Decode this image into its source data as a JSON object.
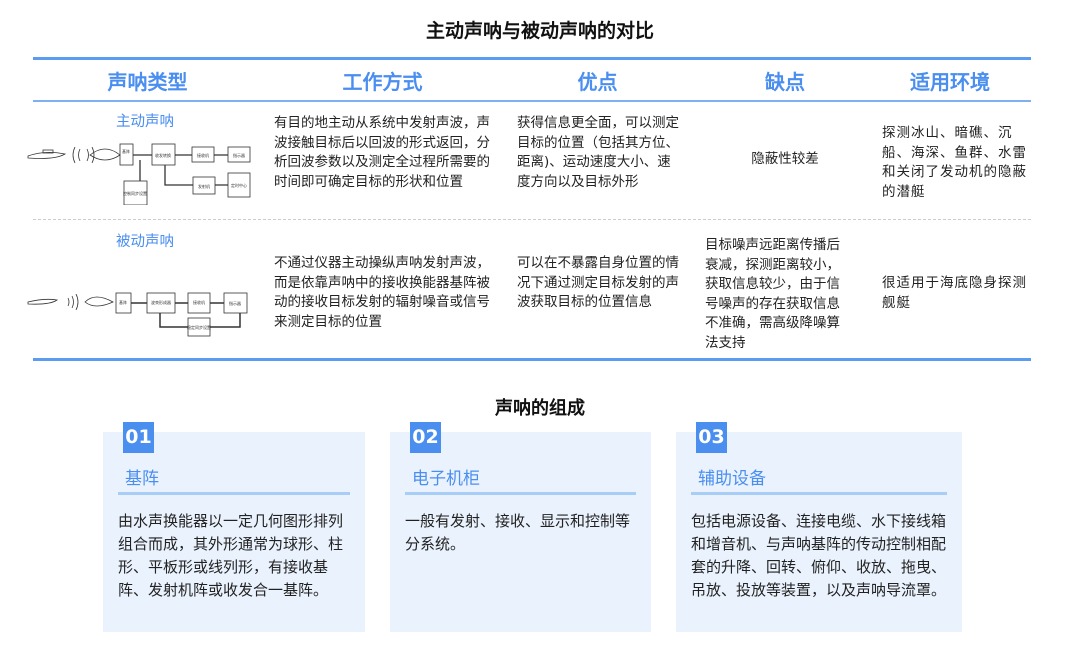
{
  "title": "主动声呐与被动声呐的对比",
  "table": {
    "headers": [
      "声呐类型",
      "工作方式",
      "优点",
      "缺点",
      "适用环境"
    ],
    "rows": [
      {
        "type": "主动声呐",
        "method": "有目的地主动从系统中发射声波，声波接触目标后以回波的形式返回，分析回波参数以及测定全过程所需要的时间即可确定目标的形状和位置",
        "advantages": "获得信息更全面，可以测定目标的位置（包括其方位、距离)、运动速度大小、速度方向以及目标外形",
        "disadvantages": "隐蔽性较差",
        "environment": "探测冰山、暗礁、沉船、海深、鱼群、水雷和关闭了发动机的隐蔽的潜艇",
        "diagram": [
          "基阵",
          "收发转换",
          "接收机",
          "指示器",
          "控制同步设置",
          "发射机",
          "定时中心"
        ]
      },
      {
        "type": "被动声呐",
        "method": "不通过仪器主动操纵声呐发射声波，而是依靠声呐中的接收换能器基阵被动的接收目标发射的辐射噪音或信号来测定目标的位置",
        "advantages": "可以在不暴露自身位置的情况下通过测定目标发射的声波获取目标的位置信息",
        "disadvantages": "目标噪声远距离传播后衰减，探测距离较小，获取信息较少，由于信号噪声的存在获取信息不准确，需高级降噪算法支持",
        "environment": "很适用于海底隐身探测舰艇",
        "diagram": [
          "基阵",
          "波束形成器",
          "接收机",
          "指示器",
          "稳定同步设置"
        ]
      }
    ]
  },
  "composition": {
    "title": "声呐的组成",
    "cards": [
      {
        "number": "01",
        "title": "基阵",
        "body": "由水声换能器以一定几何图形排列组合而成，其外形通常为球形、柱形、平板形或线列形，有接收基阵、发射机阵或收发合一基阵。"
      },
      {
        "number": "02",
        "title": "电子机柜",
        "body": "一般有发射、接收、显示和控制等分系统。"
      },
      {
        "number": "03",
        "title": "辅助设备",
        "body": "包括电源设备、连接电缆、水下接线箱和增音机、与声呐基阵的传动控制相配套的升降、回转、俯仰、收放、拖曳、吊放、投放等装置，以及声呐导流罩。"
      }
    ]
  },
  "colors": {
    "accent": "#4a8ef0",
    "card_bg": "#eaf3fd"
  }
}
